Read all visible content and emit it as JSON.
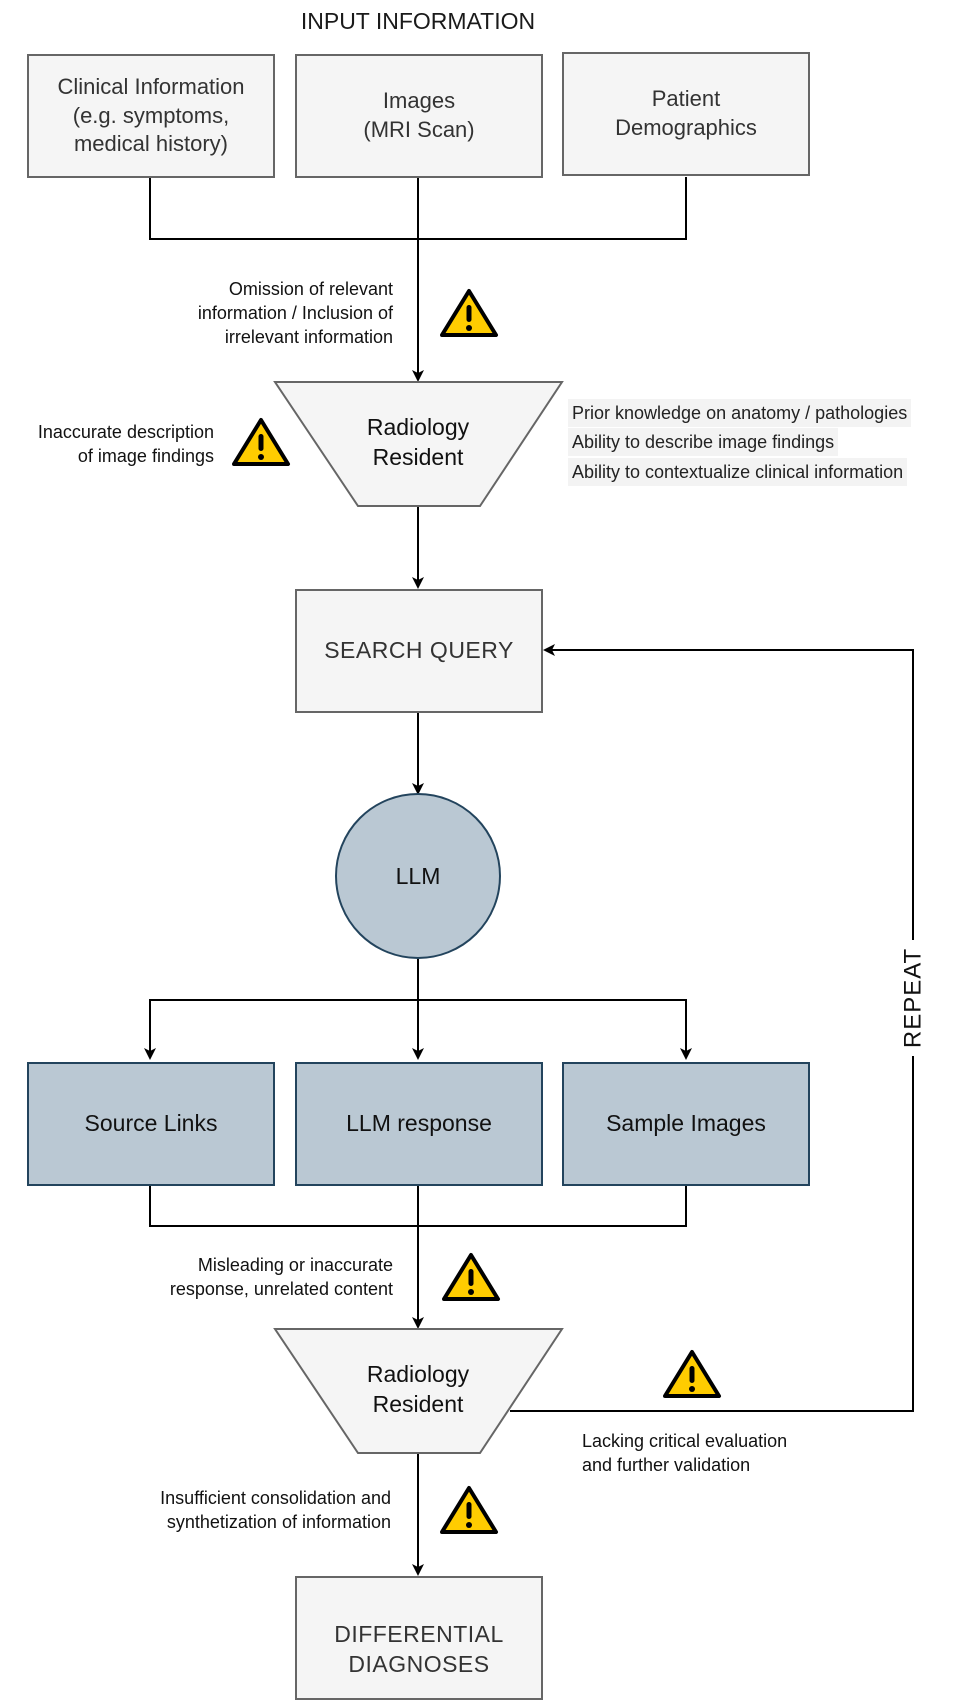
{
  "diagram": {
    "input_heading": "INPUT INFORMATION",
    "inputs": {
      "clinical": "Clinical Information\n(e.g. symptoms,\nmedical history)",
      "images": "Images\n(MRI Scan)",
      "demographics": "Patient\nDemographics"
    },
    "warning_input": "Omission of relevant\ninformation / Inclusion of\nirrelevant information",
    "resident_label": "Radiology\nResident",
    "warning_description": "Inaccurate description\nof image findings",
    "resident_abilities": [
      "Prior knowledge on anatomy / pathologies",
      "Ability to describe image findings",
      "Ability to contextualize clinical information"
    ],
    "search_query": "SEARCH QUERY",
    "llm": "LLM",
    "outputs": {
      "source_links": "Source Links",
      "llm_response": "LLM response",
      "sample_images": "Sample Images"
    },
    "warning_response": "Misleading or inaccurate\nresponse, unrelated content",
    "repeat_label": "REPEAT",
    "warning_evaluation": "Lacking critical evaluation\nand further validation",
    "warning_synthesis": "Insufficient consolidation and\nsynthetization of information",
    "differential": "DIFFERENTIAL\nDIAGNOSES",
    "colors": {
      "input_fill": "#f5f5f5",
      "input_stroke": "#666666",
      "llm_fill": "#bac8d3",
      "llm_stroke": "#23445d",
      "warning": "#ffcc00"
    }
  }
}
